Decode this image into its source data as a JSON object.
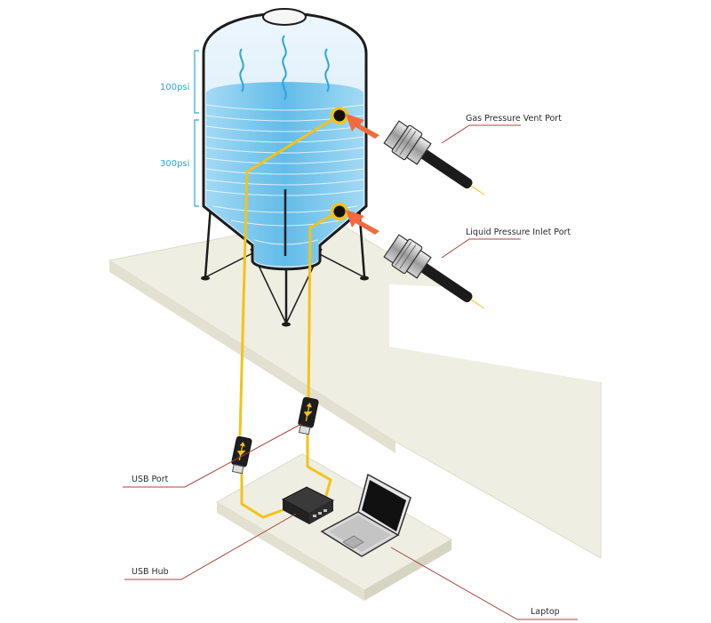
{
  "labels": {
    "pressure_upper": "100psi",
    "pressure_lower": "300psi",
    "gas_port": "Gas Pressure Vent Port",
    "liquid_port": "Liquid Pressure Inlet Port",
    "usb_port": "USB Port",
    "usb_hub": "USB Hub",
    "laptop": "Laptop"
  },
  "colors": {
    "platform": "#efeee2",
    "platform_edge": "#dddccb",
    "tank_outline": "#1c1c1c",
    "liquid": "#6cc3ec",
    "gas": "#d9eefb",
    "cable": "#f3c316",
    "arrow": "#f26a3d",
    "leader_line": "#a8443f",
    "psi_text": "#2aa6dc"
  },
  "icons": {
    "usb": "usb-trident-icon",
    "sensor": "pressure-sensor-icon"
  }
}
